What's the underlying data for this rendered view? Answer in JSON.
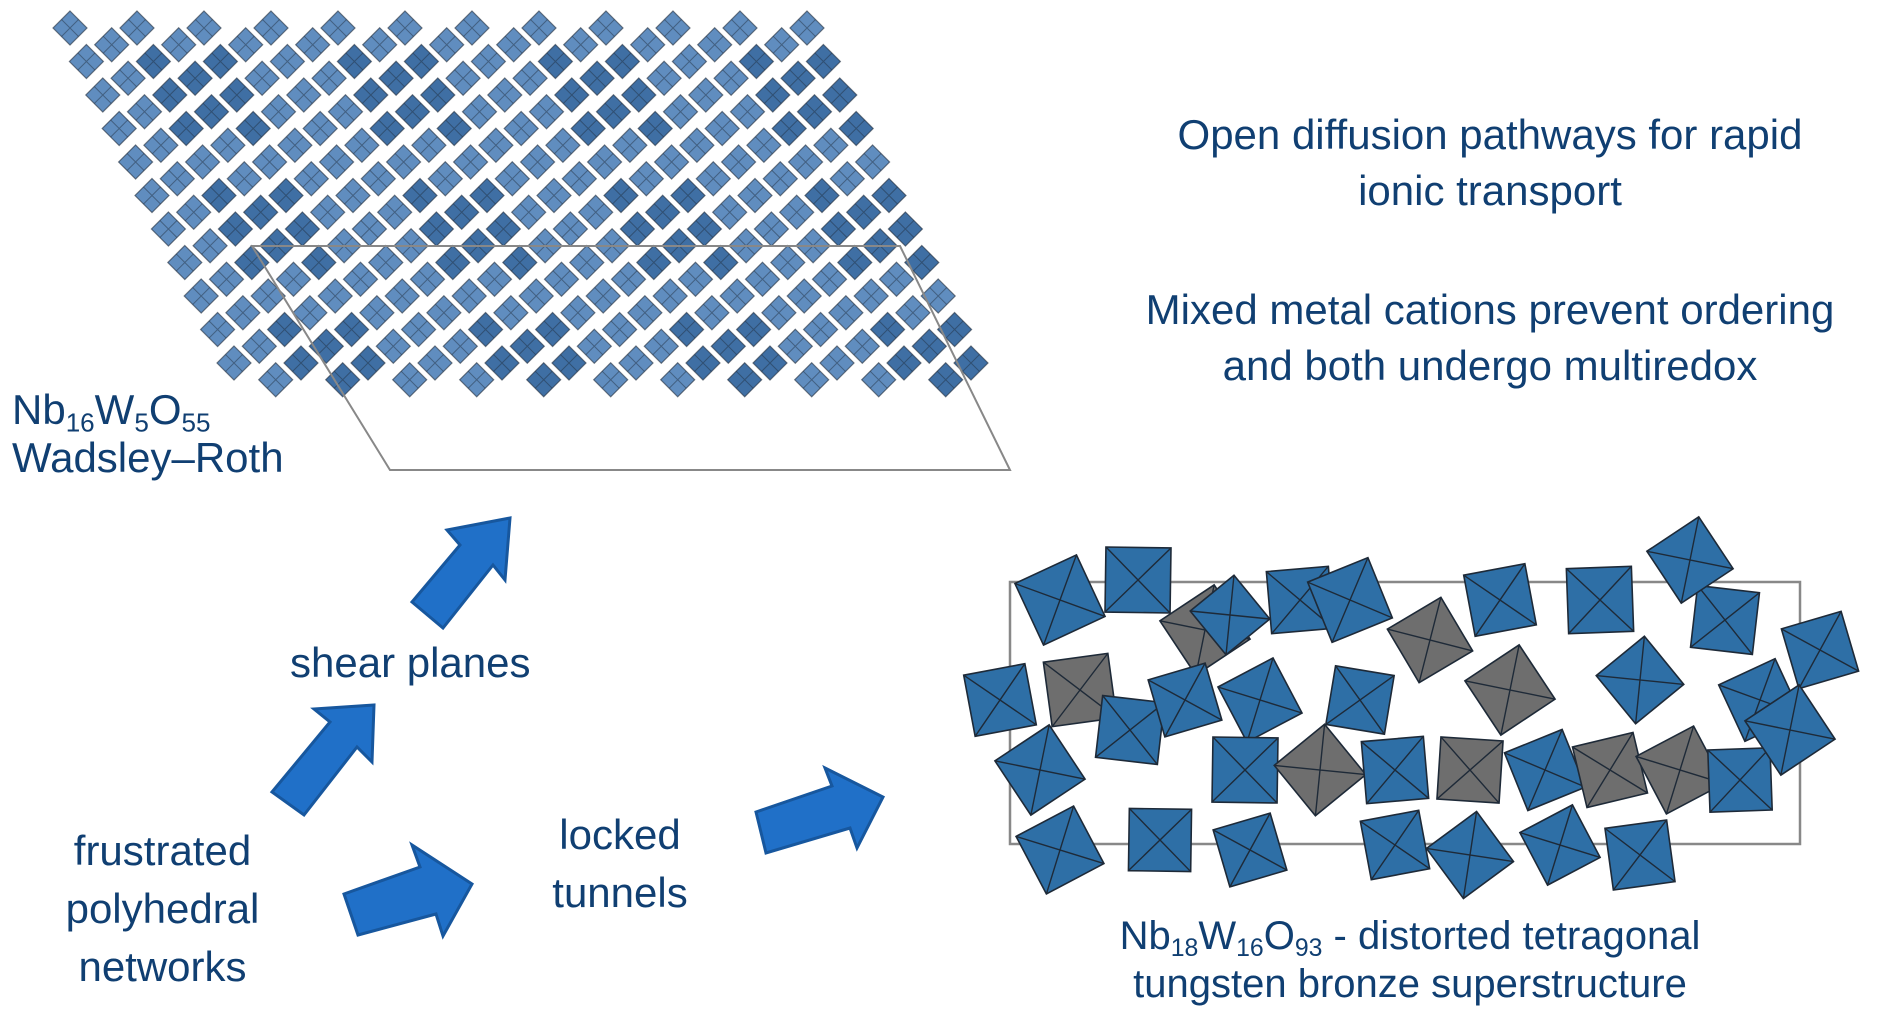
{
  "colors": {
    "text": "#103f72",
    "arrow_fill": "#2070c8",
    "arrow_stroke": "#17579e",
    "octa_light": "#4f81b8",
    "octa_dark": "#2a5f9a",
    "tbronze_blue": "#2e6fa6",
    "tbronze_gray": "#6e6e6e",
    "cell_line": "#888888",
    "edge": "#1e2a38"
  },
  "structure_left": {
    "formula": {
      "el1": "Nb",
      "n1": "16",
      "el2": "W",
      "n2": "5",
      "el3": "O",
      "n3": "55"
    },
    "name": "Wadsley–Roth"
  },
  "structure_right": {
    "formula": {
      "el1": "Nb",
      "n1": "18",
      "el2": "W",
      "n2": "16",
      "el3": "O",
      "n3": "93"
    },
    "caption_rest": " - distorted tetragonal",
    "caption_line2": "tungsten bronze superstructure"
  },
  "statements": [
    {
      "line1": "Open diffusion pathways for rapid",
      "line2": "ionic transport"
    },
    {
      "line1": "Mixed metal cations prevent ordering",
      "line2": "and both undergo multiredox"
    }
  ],
  "flow": {
    "origin": [
      "frustrated",
      "polyhedral",
      "networks"
    ],
    "branch_a": "shear planes",
    "branch_b": [
      "locked",
      "tunnels"
    ]
  }
}
